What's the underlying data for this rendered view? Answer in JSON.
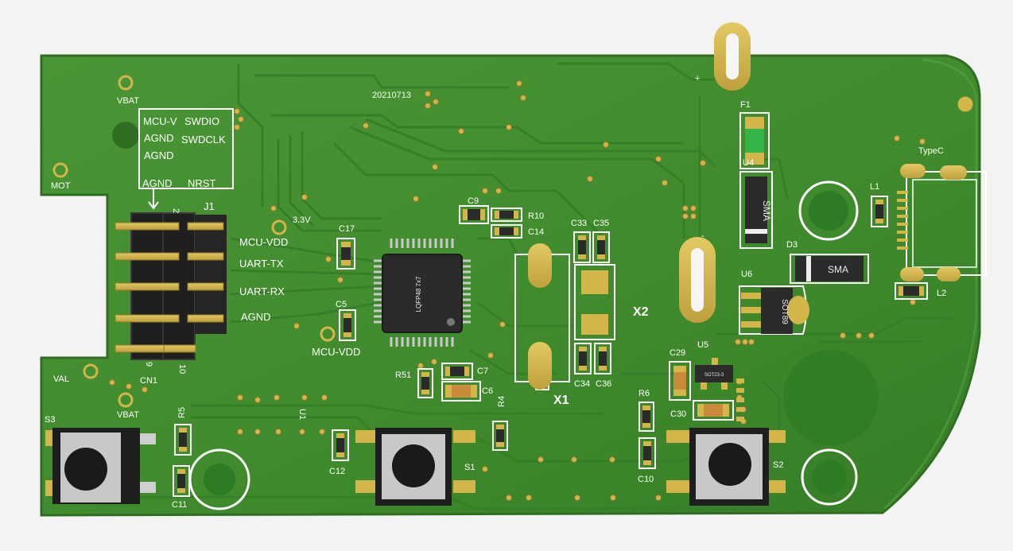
{
  "date_code": "20210713",
  "colors": {
    "background": "#f3f3f3",
    "board": "#3f8a2c",
    "board_light": "#4f9a38",
    "trace": "#2f7424",
    "pad_gold": "#d3b54a",
    "silkscreen": "#ffffff",
    "chip_body": "#2b2b2b"
  },
  "test_points": {
    "vbat_top": "VBAT",
    "mot": "MOT",
    "v33": "3.3V",
    "mcu_vdd": "MCU-VDD",
    "val": "VAL",
    "vbat_bottom": "VBAT"
  },
  "header": {
    "ref": "J1",
    "pin2": "2",
    "pin10": "10",
    "pin9": "9",
    "cn": "CN1",
    "box_lines": [
      "MCU-V",
      "SWDIO",
      "AGND",
      "SWDCLK",
      "AGND",
      "AGND",
      "NRST"
    ],
    "right_labels": [
      "MCU-VDD",
      "UART-TX",
      "UART-RX",
      "AGND"
    ]
  },
  "mcu": {
    "package": "LQFP48 7x7",
    "ref": "U1"
  },
  "crystals": {
    "x1": "X1",
    "x2": "X2"
  },
  "components": {
    "C17": "C17",
    "C5": "C5",
    "C9": "C9",
    "R10": "R10",
    "C14": "C14",
    "C33": "C33",
    "C35": "C35",
    "C34": "C34",
    "C36": "C36",
    "C7": "C7",
    "C6": "C6",
    "R51": "R51",
    "R4": "R4",
    "R5": "R5",
    "C11": "C11",
    "C12": "C12",
    "C10": "C10",
    "R6": "R6",
    "C29": "C29",
    "C30": "C30",
    "U5": "U5",
    "U6": "U6",
    "U4": "U4",
    "F1": "F1",
    "D3": "D3",
    "L1": "L1",
    "L2": "L2"
  },
  "packages": {
    "sma_u4": "SMA",
    "sma_d3": "SMA",
    "sot89": "SOT89",
    "sot23": "SOT23-3"
  },
  "connector": {
    "label": "TypeC"
  },
  "buttons": [
    "S3",
    "S1",
    "S2"
  ],
  "polarity": {
    "plus": "+",
    "minus": "-"
  }
}
